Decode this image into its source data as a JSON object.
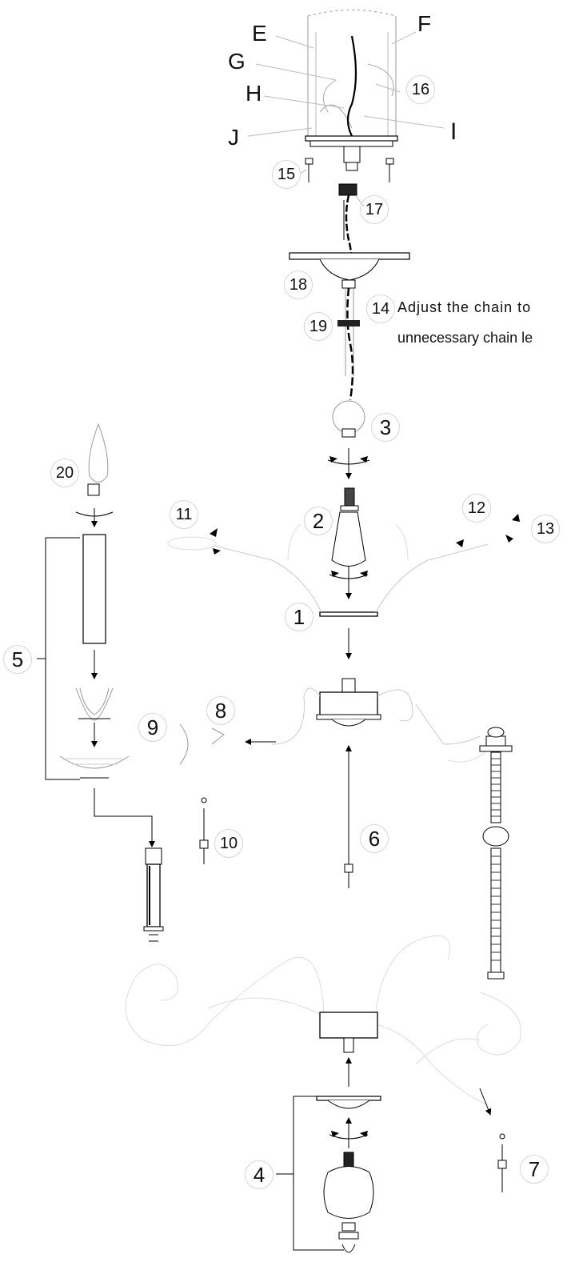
{
  "letters": {
    "E": "E",
    "F": "F",
    "G": "G",
    "H": "H",
    "I": "I",
    "J": "J"
  },
  "parts": {
    "p1": "1",
    "p2": "2",
    "p3": "3",
    "p4": "4",
    "p5": "5",
    "p6": "6",
    "p7": "7",
    "p8": "8",
    "p9": "9",
    "p10": "10",
    "p11": "11",
    "p12": "12",
    "p13": "13",
    "p14": "14",
    "p15": "15",
    "p16": "16",
    "p17": "17",
    "p18": "18",
    "p19": "19",
    "p20": "20"
  },
  "note": {
    "line1": "Adjust the chain to",
    "line2": "unnecessary chain le"
  }
}
